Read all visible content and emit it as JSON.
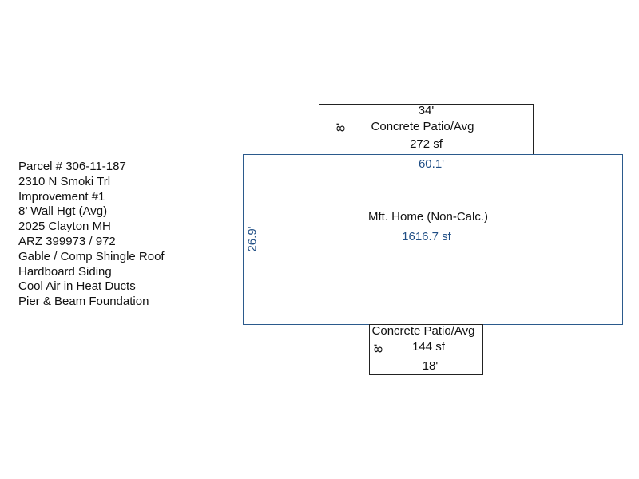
{
  "info": {
    "lines": [
      "Parcel # 306-11-187",
      "2310 N Smoki Trl",
      "Improvement #1",
      "8’ Wall Hgt (Avg)",
      "2025 Clayton MH",
      "ARZ 399973 / 972",
      "Gable / Comp Shingle Roof",
      "Hardboard Siding",
      "Cool Air in Heat Ducts",
      "Pier & Beam Foundation"
    ]
  },
  "sketch": {
    "top_patio": {
      "width_label": "34'",
      "depth_label": "8'",
      "name": "Concrete Patio/Avg",
      "area": "272 sf"
    },
    "home": {
      "width_label": "60.1'",
      "depth_label": "26.9'",
      "name": "Mft. Home (Non-Calc.)",
      "area": "1616.7 sf"
    },
    "bottom_patio": {
      "width_label": "18'",
      "depth_label": "8'",
      "name": "Concrete Patio/Avg",
      "area": "144 sf"
    }
  },
  "colors": {
    "home_outline": "#2b5a8c",
    "home_text": "#1f4e85",
    "patio_outline": "#222222"
  }
}
